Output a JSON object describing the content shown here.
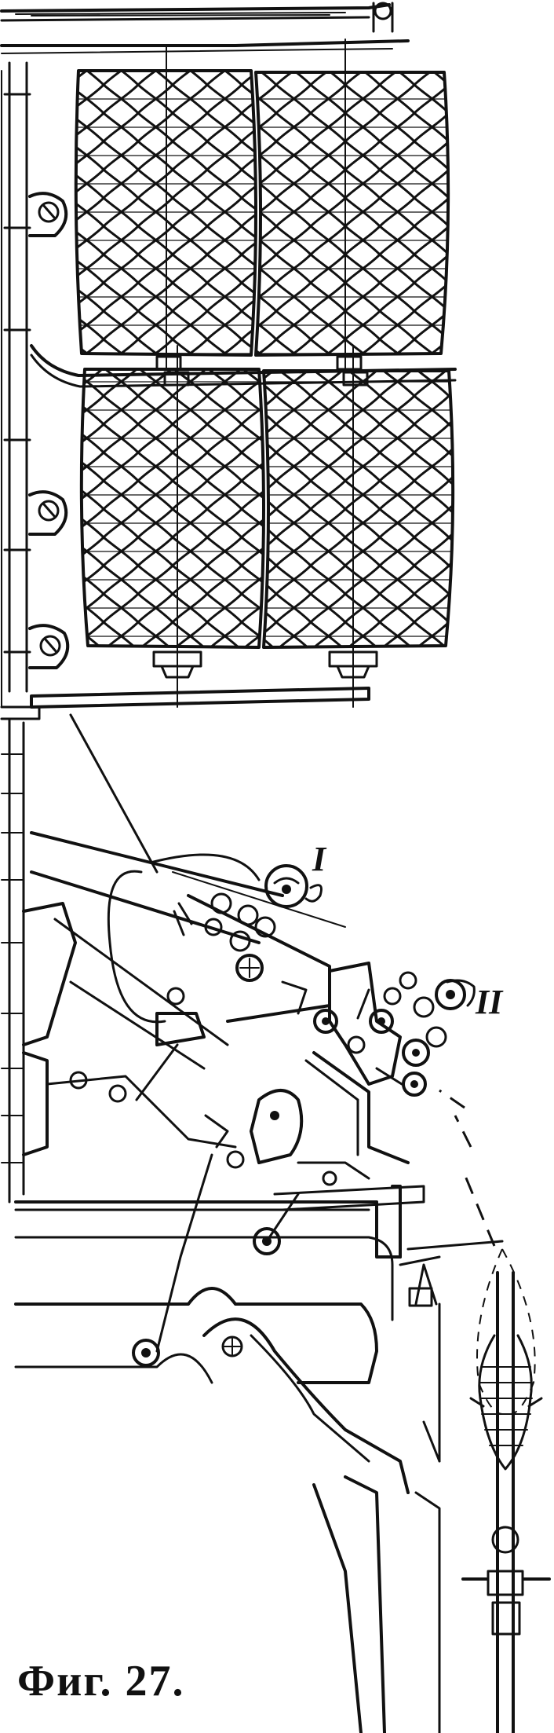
{
  "figure": {
    "caption": "Фиг. 27.",
    "labels": {
      "unit_one": "I",
      "unit_two": "II"
    },
    "colors": {
      "ink": "#111111",
      "paper": "#ffffff"
    }
  }
}
